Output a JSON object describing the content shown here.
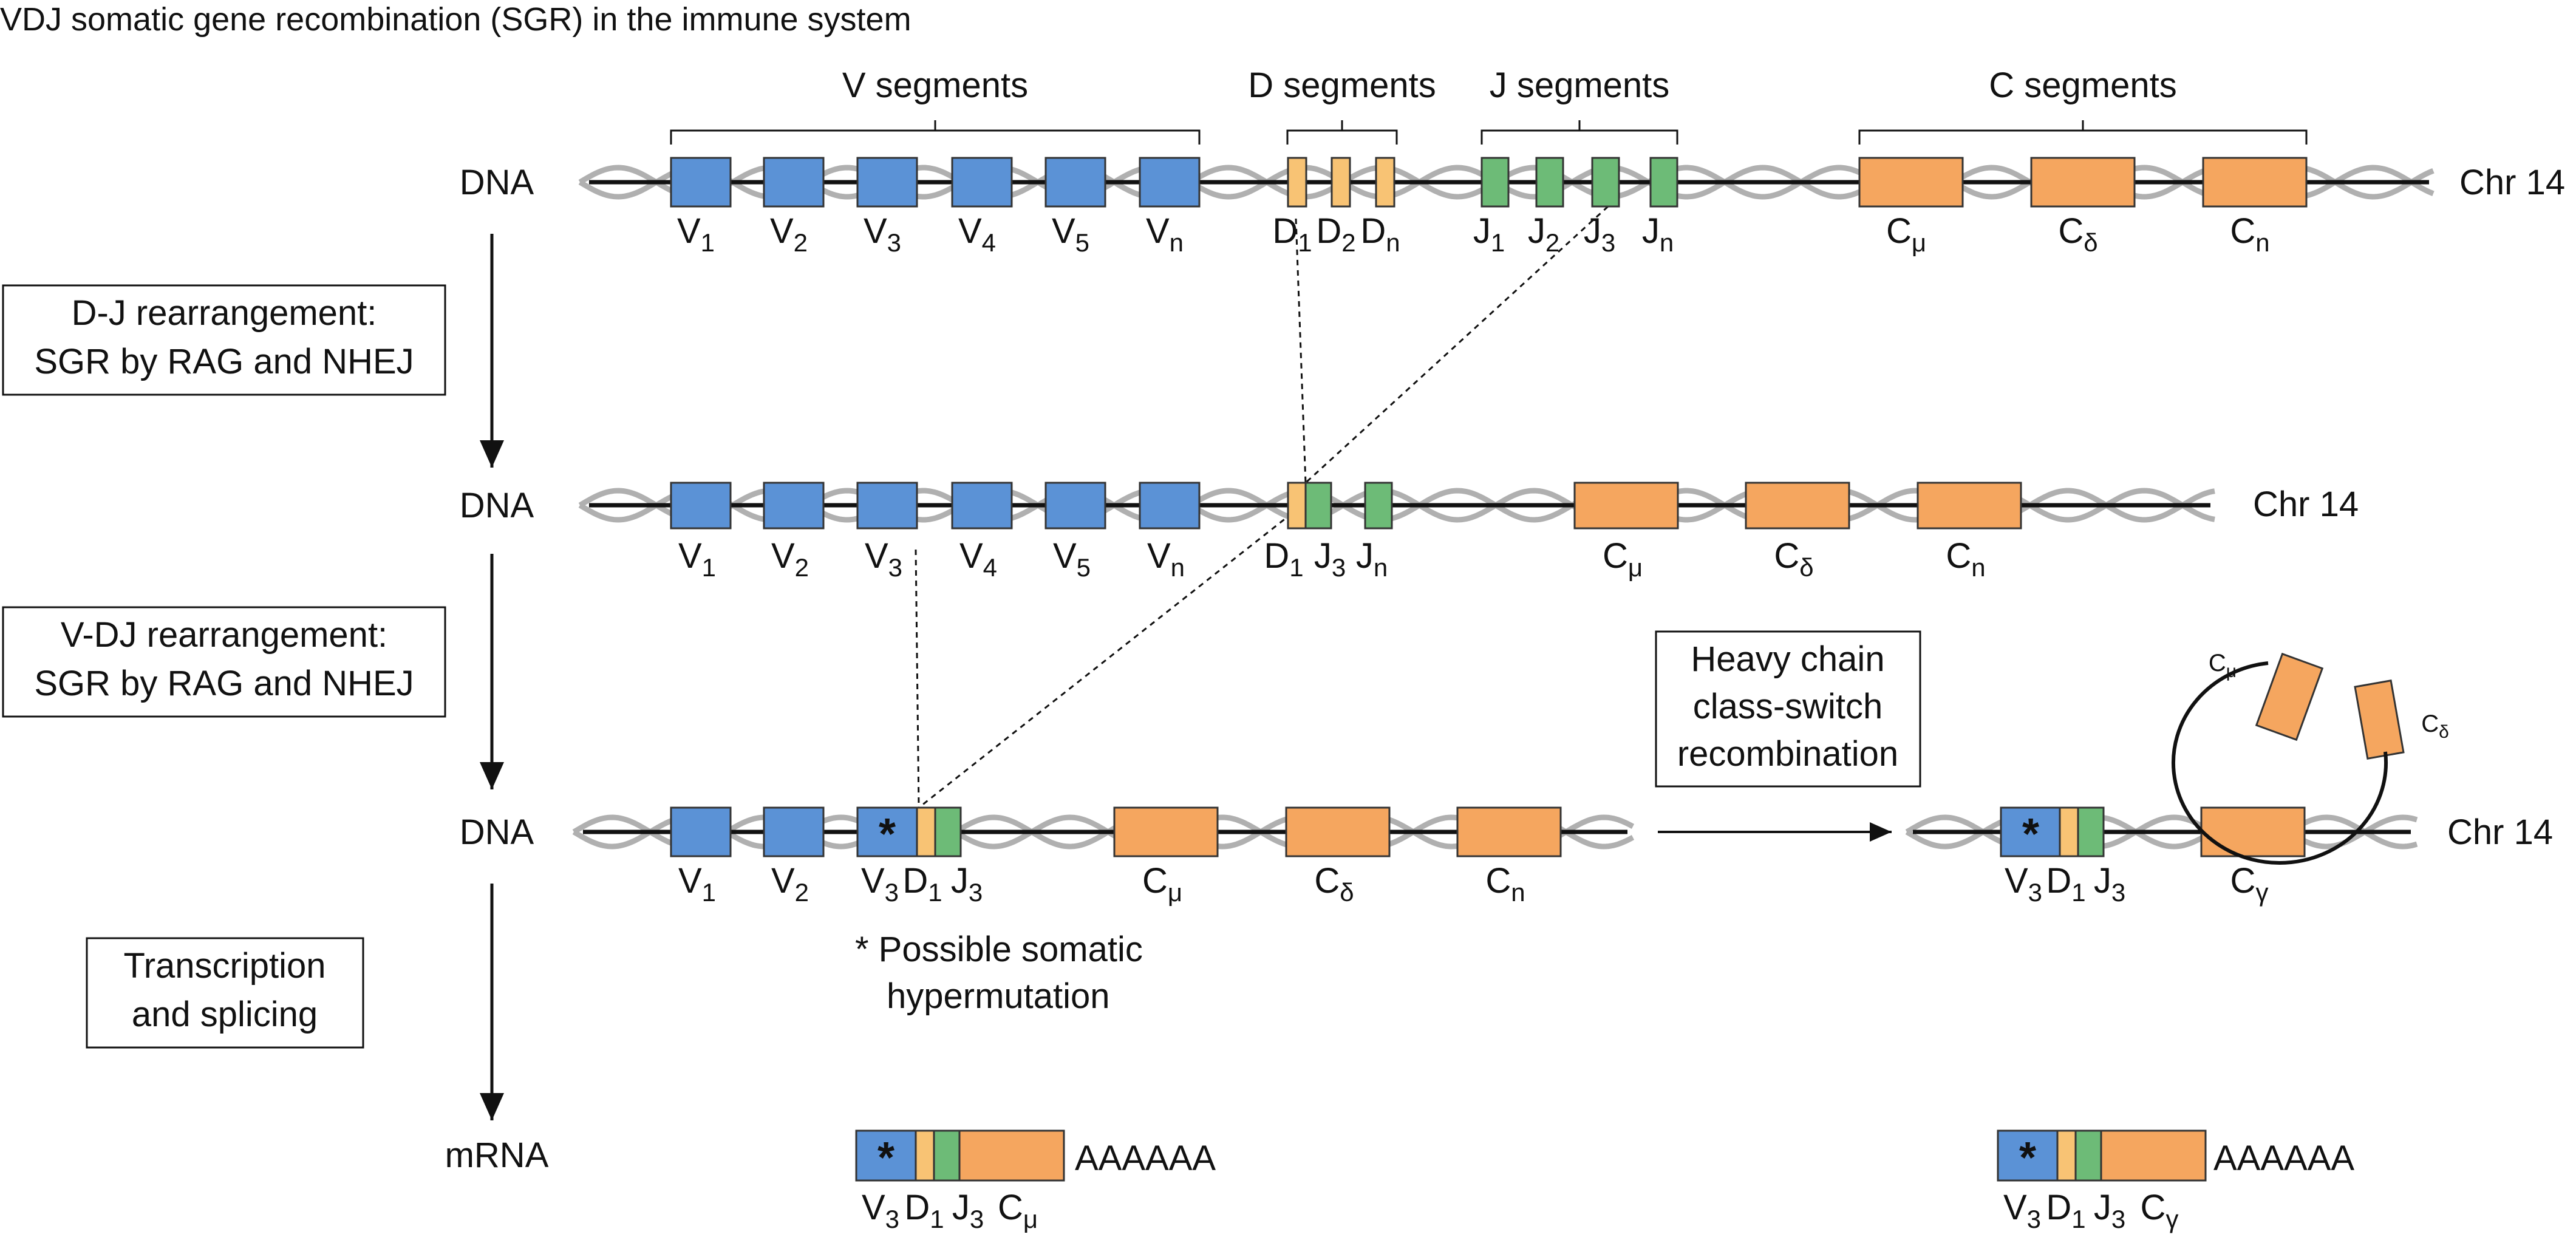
{
  "title": "VDJ somatic gene recombination (SGR) in the immune system",
  "colors": {
    "v_segment": "#5b92d6",
    "d_segment": "#f8c374",
    "j_segment": "#6dbb77",
    "c_segment": "#f5a65f",
    "outline": "#333333",
    "helix": "#b0b0b0",
    "backbone": "#111111"
  },
  "group_headers": {
    "v": "V segments",
    "d": "D segments",
    "j": "J segments",
    "c": "C segments"
  },
  "row_labels": {
    "dna": "DNA",
    "mrna": "mRNA",
    "chr": "Chr 14"
  },
  "steps": {
    "dj": [
      "D-J rearrangement:",
      "SGR by RAG and NHEJ"
    ],
    "vdj": [
      "V-DJ rearrangement:",
      "SGR by RAG and NHEJ"
    ],
    "transcription": [
      "Transcription",
      "and splicing"
    ],
    "class_switch": [
      "Heavy chain",
      "class-switch",
      "recombination"
    ]
  },
  "hypermutation_note": [
    "* Possible somatic",
    "hypermutation"
  ],
  "star_symbol": "*",
  "polya": "AAAAAA",
  "segments": {
    "row1": [
      {
        "type": "v",
        "base": "V",
        "sub": "1"
      },
      {
        "type": "v",
        "base": "V",
        "sub": "2"
      },
      {
        "type": "v",
        "base": "V",
        "sub": "3"
      },
      {
        "type": "v",
        "base": "V",
        "sub": "4"
      },
      {
        "type": "v",
        "base": "V",
        "sub": "5"
      },
      {
        "type": "v",
        "base": "V",
        "sub": "n"
      },
      {
        "type": "d",
        "base": "D",
        "sub": "1"
      },
      {
        "type": "d",
        "base": "D",
        "sub": "2"
      },
      {
        "type": "d",
        "base": "D",
        "sub": "n"
      },
      {
        "type": "j",
        "base": "J",
        "sub": "1"
      },
      {
        "type": "j",
        "base": "J",
        "sub": "2"
      },
      {
        "type": "j",
        "base": "J",
        "sub": "3"
      },
      {
        "type": "j",
        "base": "J",
        "sub": "n"
      },
      {
        "type": "c",
        "base": "C",
        "sub": "μ"
      },
      {
        "type": "c",
        "base": "C",
        "sub": "δ"
      },
      {
        "type": "c",
        "base": "C",
        "sub": "n"
      }
    ],
    "row2": [
      {
        "type": "v",
        "base": "V",
        "sub": "1"
      },
      {
        "type": "v",
        "base": "V",
        "sub": "2"
      },
      {
        "type": "v",
        "base": "V",
        "sub": "3"
      },
      {
        "type": "v",
        "base": "V",
        "sub": "4"
      },
      {
        "type": "v",
        "base": "V",
        "sub": "5"
      },
      {
        "type": "v",
        "base": "V",
        "sub": "n"
      },
      {
        "type": "d",
        "base": "D",
        "sub": "1"
      },
      {
        "type": "j",
        "base": "J",
        "sub": "3"
      },
      {
        "type": "j",
        "base": "J",
        "sub": "n"
      },
      {
        "type": "c",
        "base": "C",
        "sub": "μ"
      },
      {
        "type": "c",
        "base": "C",
        "sub": "δ"
      },
      {
        "type": "c",
        "base": "C",
        "sub": "n"
      }
    ],
    "row3": [
      {
        "type": "v",
        "base": "V",
        "sub": "1"
      },
      {
        "type": "v",
        "base": "V",
        "sub": "2"
      },
      {
        "type": "v",
        "base": "V",
        "sub": "3"
      },
      {
        "type": "d",
        "base": "D",
        "sub": "1"
      },
      {
        "type": "j",
        "base": "J",
        "sub": "3"
      },
      {
        "type": "c",
        "base": "C",
        "sub": "μ"
      },
      {
        "type": "c",
        "base": "C",
        "sub": "δ"
      },
      {
        "type": "c",
        "base": "C",
        "sub": "n"
      }
    ],
    "row3_switched": [
      {
        "type": "v",
        "base": "V",
        "sub": "3"
      },
      {
        "type": "d",
        "base": "D",
        "sub": "1"
      },
      {
        "type": "j",
        "base": "J",
        "sub": "3"
      },
      {
        "type": "c",
        "base": "C",
        "sub": "γ"
      }
    ],
    "excised_loop": [
      {
        "type": "c",
        "base": "C",
        "sub": "μ"
      },
      {
        "type": "c",
        "base": "C",
        "sub": "δ"
      }
    ],
    "mrna_left": [
      {
        "type": "v",
        "base": "V",
        "sub": "3"
      },
      {
        "type": "d",
        "base": "D",
        "sub": "1"
      },
      {
        "type": "j",
        "base": "J",
        "sub": "3"
      },
      {
        "type": "c",
        "base": "C",
        "sub": "μ"
      }
    ],
    "mrna_right": [
      {
        "type": "v",
        "base": "V",
        "sub": "3"
      },
      {
        "type": "d",
        "base": "D",
        "sub": "1"
      },
      {
        "type": "j",
        "base": "J",
        "sub": "3"
      },
      {
        "type": "c",
        "base": "C",
        "sub": "γ"
      }
    ]
  }
}
